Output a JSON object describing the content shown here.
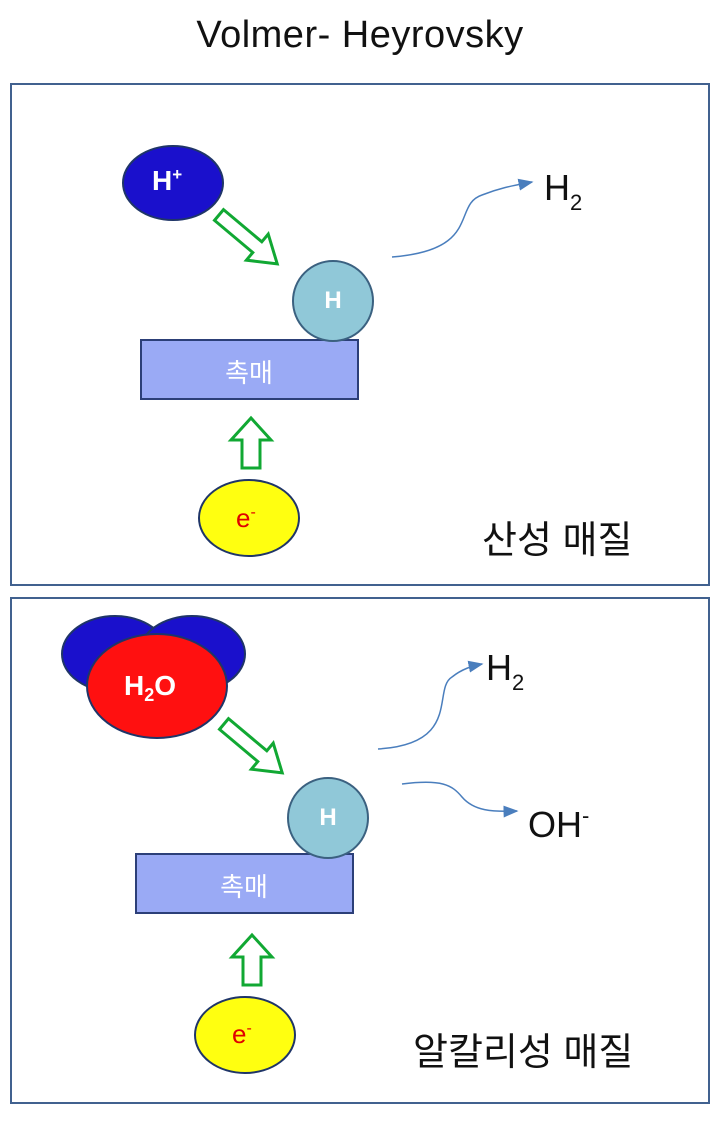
{
  "title": "Volmer- Heyrovsky",
  "panels": [
    {
      "medium": "산성 매질",
      "catalyst": "촉매",
      "adsorbed_atom": "H",
      "reactant": {
        "base": "H",
        "sup": "+"
      },
      "electron": {
        "base": "e",
        "sup": "-"
      },
      "products": [
        {
          "base": "H",
          "sub": "2"
        }
      ]
    },
    {
      "medium": "알칼리성 매질",
      "catalyst": "촉매",
      "adsorbed_atom": "H",
      "reactant": {
        "pre": "H",
        "sub": "2",
        "post": "O"
      },
      "electron": {
        "base": "e",
        "sup": "-"
      },
      "products": [
        {
          "base": "H",
          "sub": "2"
        },
        {
          "base": "OH",
          "sup": "-"
        }
      ]
    }
  ],
  "colors": {
    "catalyst_fill": "#9aaaf5",
    "atom_fill": "#90c8d8",
    "proton_fill": "#1a10cc",
    "water_fill": "#ff1010",
    "electron_fill": "#ffff10",
    "arrow_outline": "#11a833",
    "curve": "#4a7ebd",
    "border": "#41618f"
  }
}
